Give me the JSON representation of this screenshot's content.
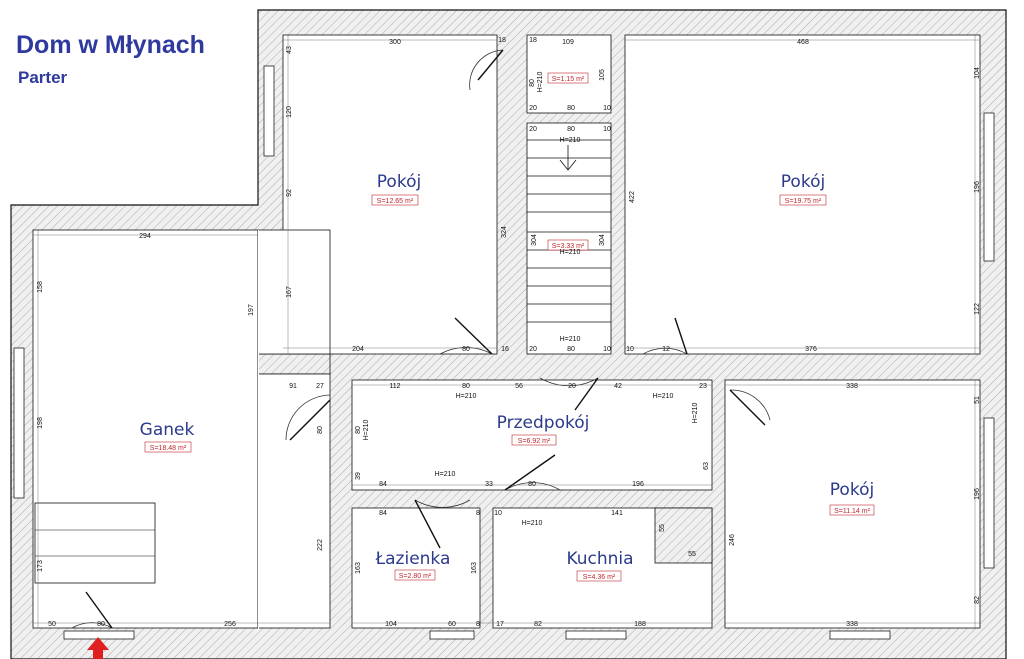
{
  "header": {
    "title": "Dom w Młynach",
    "subtitle": "Parter"
  },
  "rooms": [
    {
      "name": "Pokój",
      "area": "S=12.65 m²"
    },
    {
      "name": "Pokój",
      "area": "S=19.75 m²"
    },
    {
      "name": "Ganek",
      "area": "S=18.48 m²"
    },
    {
      "name": "Przedpokój",
      "area": "S=6.92 m²"
    },
    {
      "name": "Pokój",
      "area": "S=11.14 m²"
    },
    {
      "name": "Łazienka",
      "area": "S=2.80 m²"
    },
    {
      "name": "Kuchnia",
      "area": "S=4.36 m²"
    }
  ],
  "extra_areas": [
    "S=1.15 m²",
    "S=3.33 m²"
  ],
  "dimensions": [
    "300",
    "18",
    "18",
    "109",
    "468",
    "43",
    "120",
    "92",
    "167",
    "197",
    "204",
    "80",
    "16",
    "324",
    "304",
    "304",
    "422",
    "104",
    "196",
    "122",
    "376",
    "294",
    "158",
    "198",
    "91",
    "27",
    "112",
    "56",
    "42",
    "23",
    "338",
    "51",
    "196",
    "80",
    "80",
    "39",
    "84",
    "33",
    "80",
    "196",
    "63",
    "84",
    "10",
    "8",
    "141",
    "55",
    "55",
    "246",
    "222",
    "173",
    "50",
    "80",
    "256",
    "163",
    "163",
    "104",
    "60",
    "8",
    "17",
    "82",
    "188",
    "338",
    "82",
    "80",
    "105",
    "10",
    "20",
    "80",
    "10",
    "20",
    "80",
    "10",
    "20",
    "80",
    "10",
    "12",
    "80",
    "20",
    "80"
  ],
  "door_heights": [
    "H=210",
    "H=210",
    "H=210",
    "H=210",
    "H=210",
    "H=210",
    "H=210",
    "H=210",
    "H=210",
    "H=210"
  ],
  "entrance_icon": "red-arrow-up-icon",
  "colors": {
    "title": "#2e3a9e",
    "room_label": "#2b3a8c",
    "area_label": "#c0272d",
    "entrance_arrow": "#e02020"
  }
}
